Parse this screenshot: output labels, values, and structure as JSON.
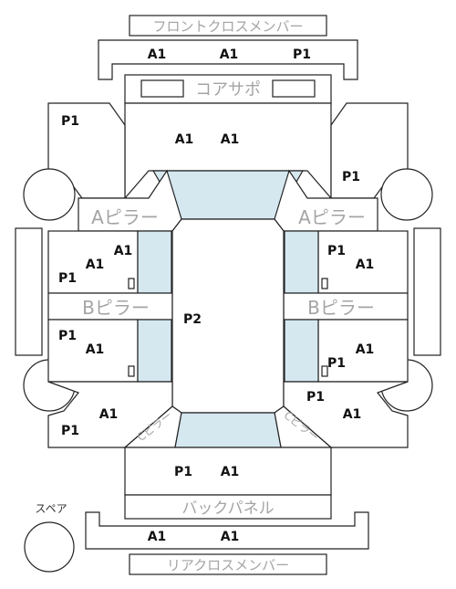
{
  "labels": {
    "front_cross_member": "フロントクロスメンバー",
    "core_support": "コアサポ",
    "a_pillar_left": "Aピラー",
    "a_pillar_right": "Aピラー",
    "b_pillar_left": "Bピラー",
    "b_pillar_right": "Bピラー",
    "c_pillar_left": "Cピラー",
    "c_pillar_right": "Cピラー",
    "back_panel": "バックパネル",
    "rear_cross_member": "リアクロスメンバー",
    "spare": "スペア"
  },
  "codes": {
    "front_member_1": "A1",
    "front_member_2": "A1",
    "front_member_3": "P1",
    "hood_1": "A1",
    "hood_2": "A1",
    "fender_left": "P1",
    "fender_right": "P1",
    "front_door_left_top": "A1",
    "front_door_left_mid": "A1",
    "front_door_left_bottom": "P1",
    "front_door_right_top": "P1",
    "front_door_right_mid": "A1",
    "rear_door_left_top": "P1",
    "rear_door_left_mid": "A1",
    "rear_door_right_mid": "A1",
    "rear_door_right_bottom": "P1",
    "roof": "P2",
    "quarter_left_top": "A1",
    "quarter_left_bottom": "P1",
    "quarter_right_top": "P1",
    "quarter_right_bottom": "A1",
    "trunk_1": "P1",
    "trunk_2": "A1",
    "rear_member_1": "A1",
    "rear_member_2": "A1"
  },
  "colors": {
    "glass": "#d5e8f0",
    "outline": "#222222",
    "label_gray": "#a4a4a4"
  }
}
